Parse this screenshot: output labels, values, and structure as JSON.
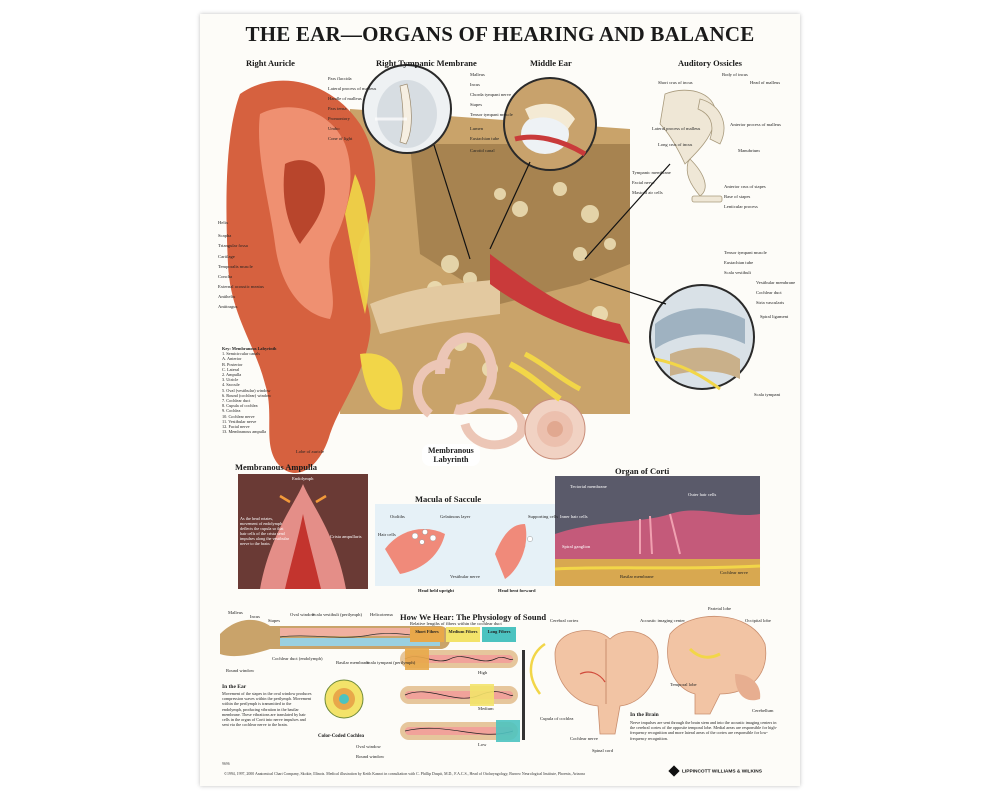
{
  "title": "THE EAR—ORGANS OF HEARING AND BALANCE",
  "headings": {
    "right_auricle": "Right Auricle",
    "right_tympanic_membrane": "Right Tympanic Membrane",
    "middle_ear": "Middle Ear",
    "auditory_ossicles": "Auditory Ossicles",
    "membranous_ampulla": "Membranous Ampulla",
    "macula_of_saccule": "Macula of Saccule",
    "organ_of_corti": "Organ of Corti",
    "how_we_hear": "How We Hear: The Physiology of Sound",
    "membranous_labyrinth_line1": "Membranous",
    "membranous_labyrinth_line2": "Labyrinth",
    "color_coded_cochlea": "Color-Coded Cochlea",
    "in_the_ear": "In the Ear",
    "in_the_brain": "In the Brain"
  },
  "auricle_labels": [
    "Helix",
    "Scapha",
    "Triangular fossa",
    "Cartilage",
    "Temporalis muscle",
    "Concha",
    "External acoustic meatus",
    "Antihelix",
    "Antitragus"
  ],
  "lobe_label": "Lobe of auricle",
  "tympanic_labels": [
    "Pars flaccida",
    "Lateral process of malleus",
    "Handle of malleus",
    "Pars tensa",
    "Promontory",
    "Umbo",
    "Cone of light"
  ],
  "middle_ear_labels": [
    "Malleus",
    "Incus",
    "Chorda tympani nerve",
    "Stapes",
    "Tensor tympani muscle",
    "Lumen",
    "Eustachian tube",
    "Carotid canal"
  ],
  "ossicle_labels": [
    "Body of incus",
    "Head of malleus",
    "Short crus of incus",
    "Lateral process of malleus",
    "Long crus of incus",
    "Anterior process of malleus",
    "Manubrium",
    "Anterior crus of stapes",
    "Base of stapes",
    "Lenticular process"
  ],
  "inner_labels": [
    "Tympanic membrane",
    "Facial nerve",
    "Mastoid air cells"
  ],
  "right_labels": [
    "Tensor tympani muscle",
    "Eustachian tube",
    "Scala vestibuli",
    "Vestibular membrane",
    "Cochlear duct",
    "Stria vascularis",
    "Spiral ligament",
    "Scala tympani"
  ],
  "key": {
    "title": "Key: Membranous Labyrinth",
    "items": [
      "1. Semicircular canals",
      "   A. Anterior",
      "   B. Posterior",
      "   C. Lateral",
      "2. Ampulla",
      "3. Utricle",
      "4. Saccule",
      "5. Oval (vestibular) window",
      "6. Round (cochlear) window",
      "7. Cochlear duct",
      "8. Cupula of cochlea",
      "9. Cochlea",
      "10. Cochlear nerve",
      "11. Vestibular nerve",
      "12. Facial nerve",
      "13. Membranous ampulla"
    ]
  },
  "ampulla_labels": [
    "Endolymph",
    "Crista ampullaris"
  ],
  "ampulla_text": "As the head rotates, movement of endolymph deflects the cupula so that hair cells of the crista send impulses along the vestibular nerve to the brain.",
  "saccule_labels": [
    "Otoliths",
    "Gelatinous layer",
    "Hair cells",
    "Supporting cells",
    "Vestibular nerve"
  ],
  "saccule_captions": [
    "Head held upright",
    "Head bent forward"
  ],
  "corti_labels": [
    "Tectorial membrane",
    "Outer hair cells",
    "Inner hair cells",
    "Spiral ganglion",
    "Basilar membrane",
    "Cochlear nerve"
  ],
  "physiology_labels": [
    "Malleus",
    "Incus",
    "Stapes",
    "Oval window",
    "Scala vestibuli (perilymph)",
    "Helicotrema",
    "Round window",
    "Cochlear duct (endolymph)",
    "Basilar membrane",
    "Scala tympani (perilymph)"
  ],
  "freq_caption": "Relative lengths of fibers within the cochlear duct",
  "freq_boxes": [
    {
      "label": "Short Fibers",
      "color": "#e8a84a"
    },
    {
      "label": "Medium Fibers",
      "color": "#f3e36a"
    },
    {
      "label": "Long Fibers",
      "color": "#4cc3c0"
    }
  ],
  "tube_labels": [
    "High",
    "Medium",
    "Low"
  ],
  "cochlea_small_labels": [
    "Cupula of cochlea",
    "Oval window",
    "Round window"
  ],
  "ear_text": "Movement of the stapes in the oval window produces compression waves within the perilymph. Movement within the perilymph is transmitted to the endolymph, producing vibration in the basilar membrane. These vibrations are translated by hair cells in the organ of Corti into nerve impulses and sent via the cochlear nerve to the brain.",
  "brain_labels": [
    "Cerebral cortex",
    "Acoustic imaging center",
    "Parietal lobe",
    "Occipital lobe",
    "Temporal lobe",
    "Cerebellum",
    "Cochlear nerve",
    "Spinal cord"
  ],
  "brain_text": "Nerve impulses are sent through the brain stem and into the acoustic imaging centers in the cerebral cortex of the opposite temporal lobe. Medial areas are responsible for high-frequency recognition and more lateral areas of the cortex are responsible for low-frequency recognition.",
  "footer": "©1994, 1997, 2000 Anatomical Chart Company, Skokie, Illinois. Medical illustration by Keith Kasnot in consultation with C. Phillip Daspit, M.D., F.A.C.S., Head of Otolaryngology, Barrow Neurological Institute, Phoenix, Arizona",
  "publisher": "LIPPINCOTT WILLIAMS & WILKINS",
  "doc_number": "9696"
}
